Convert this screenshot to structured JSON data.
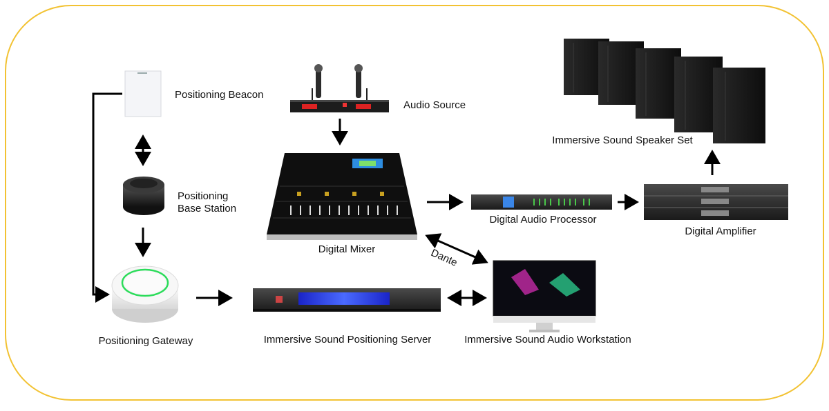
{
  "border_color": "#f2c232",
  "arrow_color": "#000000",
  "labels": {
    "beacon": "Positioning Beacon",
    "base_station_1": "Positioning",
    "base_station_2": "Base Station",
    "gateway": "Positioning Gateway",
    "audio_source": "Audio Source",
    "mixer": "Digital Mixer",
    "processor": "Digital Audio Processor",
    "amplifier": "Digital Amplifier",
    "speakers": "Immersive Sound Speaker Set",
    "server": "Immersive Sound Positioning Server",
    "workstation": "Immersive Sound Audio Workstation",
    "dante": "Dante"
  },
  "icons": [
    "beacon-card-icon",
    "base-station-puck-icon",
    "gateway-hub-icon",
    "wireless-mic-receiver-icon",
    "mixing-console-icon",
    "audio-processor-rack-icon",
    "amplifier-rack-icon",
    "speaker-cabinet-icon",
    "server-rack-icon",
    "monitor-icon"
  ]
}
